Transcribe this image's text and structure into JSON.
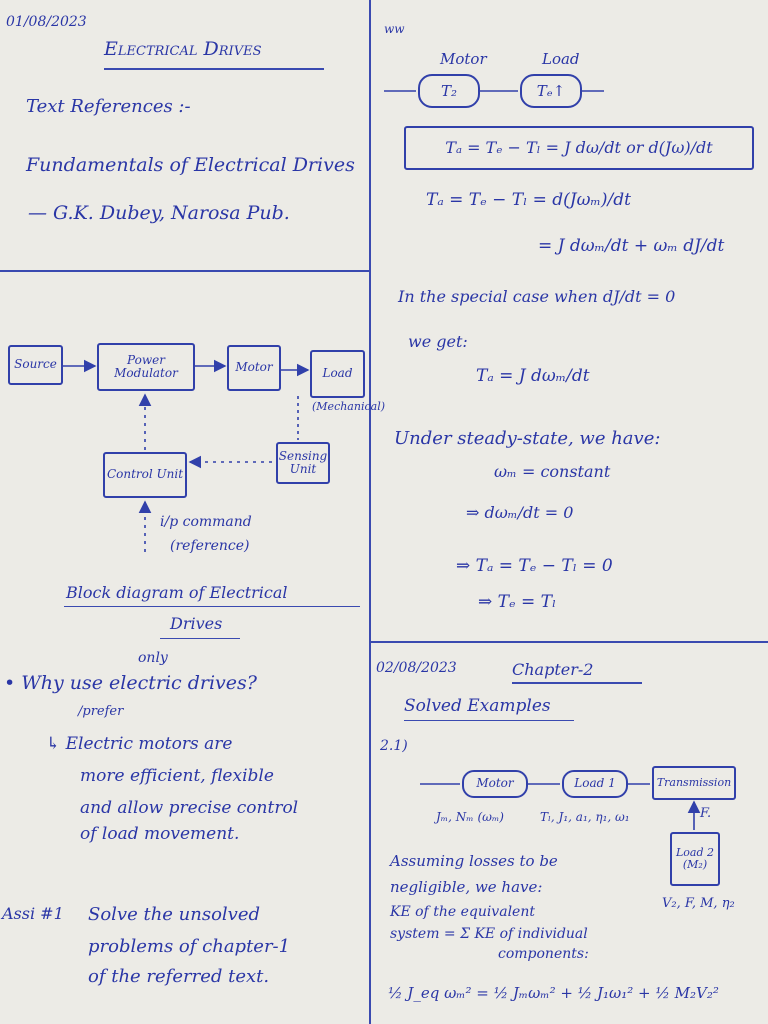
{
  "left": {
    "date": "01/08/2023",
    "title": "Electrical Drives",
    "text_refs_heading": "Text References :-",
    "ref_line1": "Fundamentals of Electrical Drives",
    "ref_line2": "— G.K. Dubey, Narosa Pub.",
    "block": {
      "source": "Source",
      "power_modulator": "Power Modulator",
      "motor": "Motor",
      "load": "Load",
      "mechanical": "(Mechanical)",
      "control_unit": "Control Unit",
      "sensing_unit": "Sensing Unit",
      "ip_command": "i/p command",
      "reference": "(reference)",
      "caption1": "Block diagram of Electrical",
      "caption2": "Drives"
    },
    "why_only": "only",
    "why_question": "• Why use electric drives?",
    "why_prefer": "/prefer",
    "answer1": "↳ Electric motors are",
    "answer2": "more efficient, flexible",
    "answer3": "and allow precise control",
    "answer4": "of load movement.",
    "assignment_label": "Assi #1",
    "assignment1": "Solve the unsolved",
    "assignment2": "problems of chapter-1",
    "assignment3": "of the referred text."
  },
  "right": {
    "scribble": "ww",
    "motor_label": "Motor",
    "load_label": "Load",
    "motor_shaft": "T₂",
    "load_shaft": "Tₑ↑",
    "eq_boxed": "Tₐ = Tₑ − Tₗ = J dω/dt  or  d(Jω)/dt",
    "eq1": "Tₐ = Tₑ − Tₗ = d(Jωₘ)/dt",
    "eq2": "= J dωₘ/dt + ωₘ dJ/dt",
    "special1": "In the special case when dJ/dt = 0",
    "special2": "we get:",
    "eq3": "Tₐ = J dωₘ/dt",
    "steady": "Under steady-state, we have:",
    "steady1": "ωₘ = constant",
    "steady2": "⇒ dωₘ/dt = 0",
    "steady3": "⇒ Tₐ = Tₑ − Tₗ = 0",
    "steady4": "⇒ Tₑ = Tₗ",
    "date2": "02/08/2023",
    "chapter": "Chapter-2",
    "solved": "Solved Examples",
    "ex_no": "2.1)",
    "ex_motor": "Motor",
    "ex_load1": "Load 1",
    "ex_trans": "Transmission",
    "ex_F": "F.",
    "ex_load2": "Load 2 (M₂)",
    "ex_jm": "Jₘ, Nₘ (ωₘ)",
    "ex_tl": "Tₗ, J₁, a₁, η₁, ω₁",
    "ex_v2": "V₂, F, M, η₂",
    "assume1": "Assuming losses to be",
    "assume2": "negligible, we have:",
    "assume3": "KE of the equivalent",
    "assume4": "system = Σ KE of individual",
    "assume5": "components:",
    "final_eq": "½ J_eq ωₘ² = ½ Jₘωₘ² + ½ J₁ω₁² + ½ M₂V₂²"
  }
}
